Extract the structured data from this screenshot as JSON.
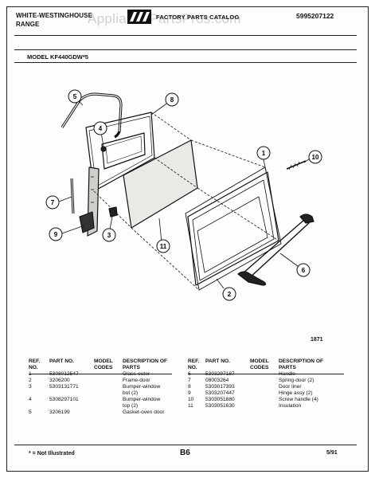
{
  "header": {
    "brand_line1": "WHITE-WESTINGHOUSE",
    "brand_line2": "RANGE",
    "catalog_title": "FACTORY PARTS CATALOG",
    "doc_number": "5995207122",
    "watermark": "AppliancePartsPros.com"
  },
  "model_line": "MODEL KF440GDW*5",
  "diagram": {
    "callouts": [
      "1",
      "2",
      "4",
      "5",
      "6",
      "7",
      "8",
      "9",
      "10",
      "11",
      "3"
    ],
    "figure_number": "1871"
  },
  "parts_table": {
    "headers": {
      "ref_no": "REF. NO.",
      "part_no": "PART NO.",
      "model_codes": "MODEL CODES",
      "description": "DESCRIPTION OF PARTS"
    },
    "left_rows": [
      {
        "ref": "1",
        "part": "5308012547",
        "codes": "",
        "desc": "Glass-outer"
      },
      {
        "ref": "2",
        "part": "3206200",
        "codes": "",
        "desc": "Frame-door"
      },
      {
        "ref": "3",
        "part": "5303131771",
        "codes": "",
        "desc": "Bumper-window"
      },
      {
        "ref": "",
        "part": "",
        "codes": "",
        "desc": "bot (2)"
      },
      {
        "ref": "4",
        "part": "5308297101",
        "codes": "",
        "desc": "Bumper-window"
      },
      {
        "ref": "",
        "part": "",
        "codes": "",
        "desc": "top (2)"
      },
      {
        "ref": "5",
        "part": "3206199",
        "codes": "",
        "desc": "Gasket-oven door"
      }
    ],
    "right_rows": [
      {
        "ref": "6",
        "part": "5303297187",
        "codes": "",
        "desc": "Handle"
      },
      {
        "ref": "7",
        "part": "08003264",
        "codes": "",
        "desc": "Spring-door (2)"
      },
      {
        "ref": "8",
        "part": "5303017393",
        "codes": "",
        "desc": "Door liner"
      },
      {
        "ref": "9",
        "part": "5303207447",
        "codes": "",
        "desc": "Hinge assy (2)"
      },
      {
        "ref": "10",
        "part": "5303051880",
        "codes": "",
        "desc": "Screw handle (4)"
      },
      {
        "ref": "11",
        "part": "5303051630",
        "codes": "",
        "desc": "Insulation"
      }
    ]
  },
  "footer": {
    "note": "* = Not Illustrated",
    "page_code": "B6",
    "date": "5/91"
  }
}
